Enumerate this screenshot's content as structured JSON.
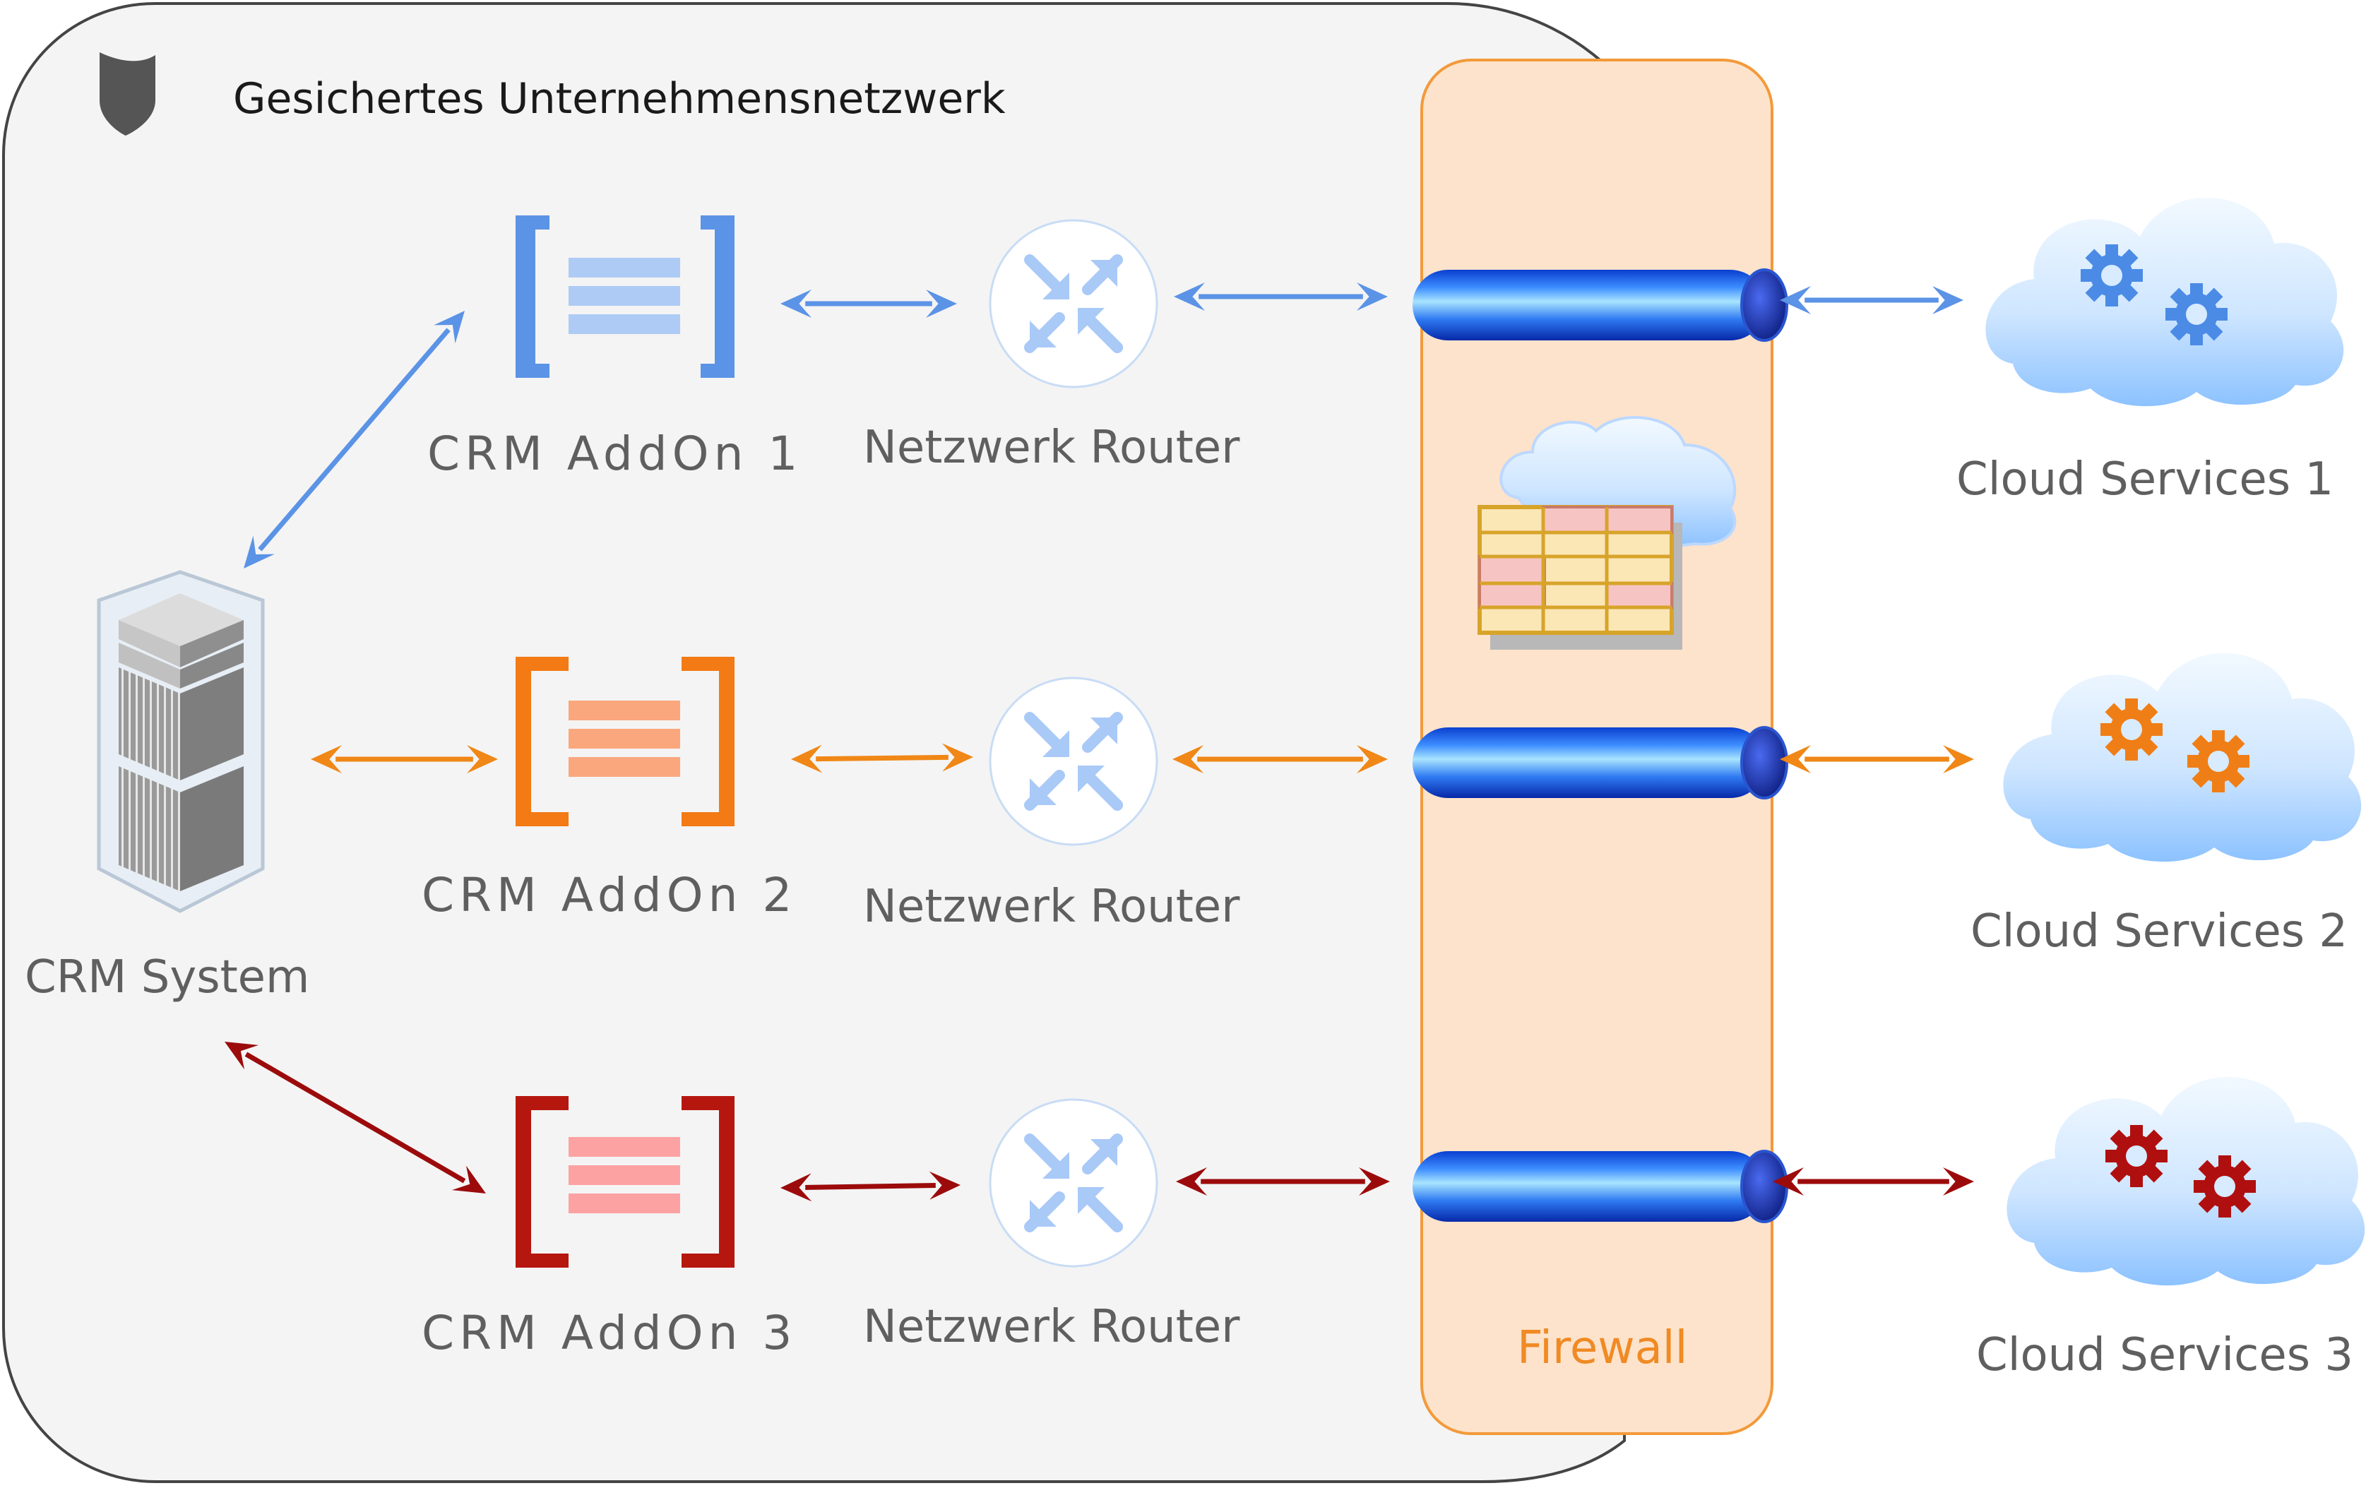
{
  "network": {
    "title": "Gesichertes Unternehmensnetzwerk",
    "icon": "shield-icon"
  },
  "crm_system": {
    "label": "CRM System",
    "icon": "server-rack-icon"
  },
  "addons": [
    {
      "label": "CRM AddOn 1",
      "color": "#5b93e6",
      "icon": "bracket-list-icon"
    },
    {
      "label": "CRM AddOn 2",
      "color": "#f37a14",
      "icon": "bracket-list-icon"
    },
    {
      "label": "CRM AddOn 3",
      "color": "#a00f0f",
      "icon": "bracket-list-icon"
    }
  ],
  "routers": [
    {
      "label": "Netzwerk Router",
      "icon": "router-arrows-icon"
    },
    {
      "label": "Netzwerk Router",
      "icon": "router-arrows-icon"
    },
    {
      "label": "Netzwerk Router",
      "icon": "router-arrows-icon"
    }
  ],
  "firewall": {
    "label": "Firewall",
    "fill": "#fde3cb",
    "stroke": "#f39a3a",
    "icon": "cloud-table-icon"
  },
  "clouds": [
    {
      "label": "Cloud Services 1",
      "gear_color": "#4b8be6",
      "icon": "cloud-gears-icon"
    },
    {
      "label": "Cloud Services 2",
      "gear_color": "#f07e16",
      "icon": "cloud-gears-icon"
    },
    {
      "label": "Cloud Services 3",
      "gear_color": "#b00f0f",
      "icon": "cloud-gears-icon"
    }
  ],
  "connection_colors": [
    "#5b93e6",
    "#f08716",
    "#9c0b0b"
  ]
}
